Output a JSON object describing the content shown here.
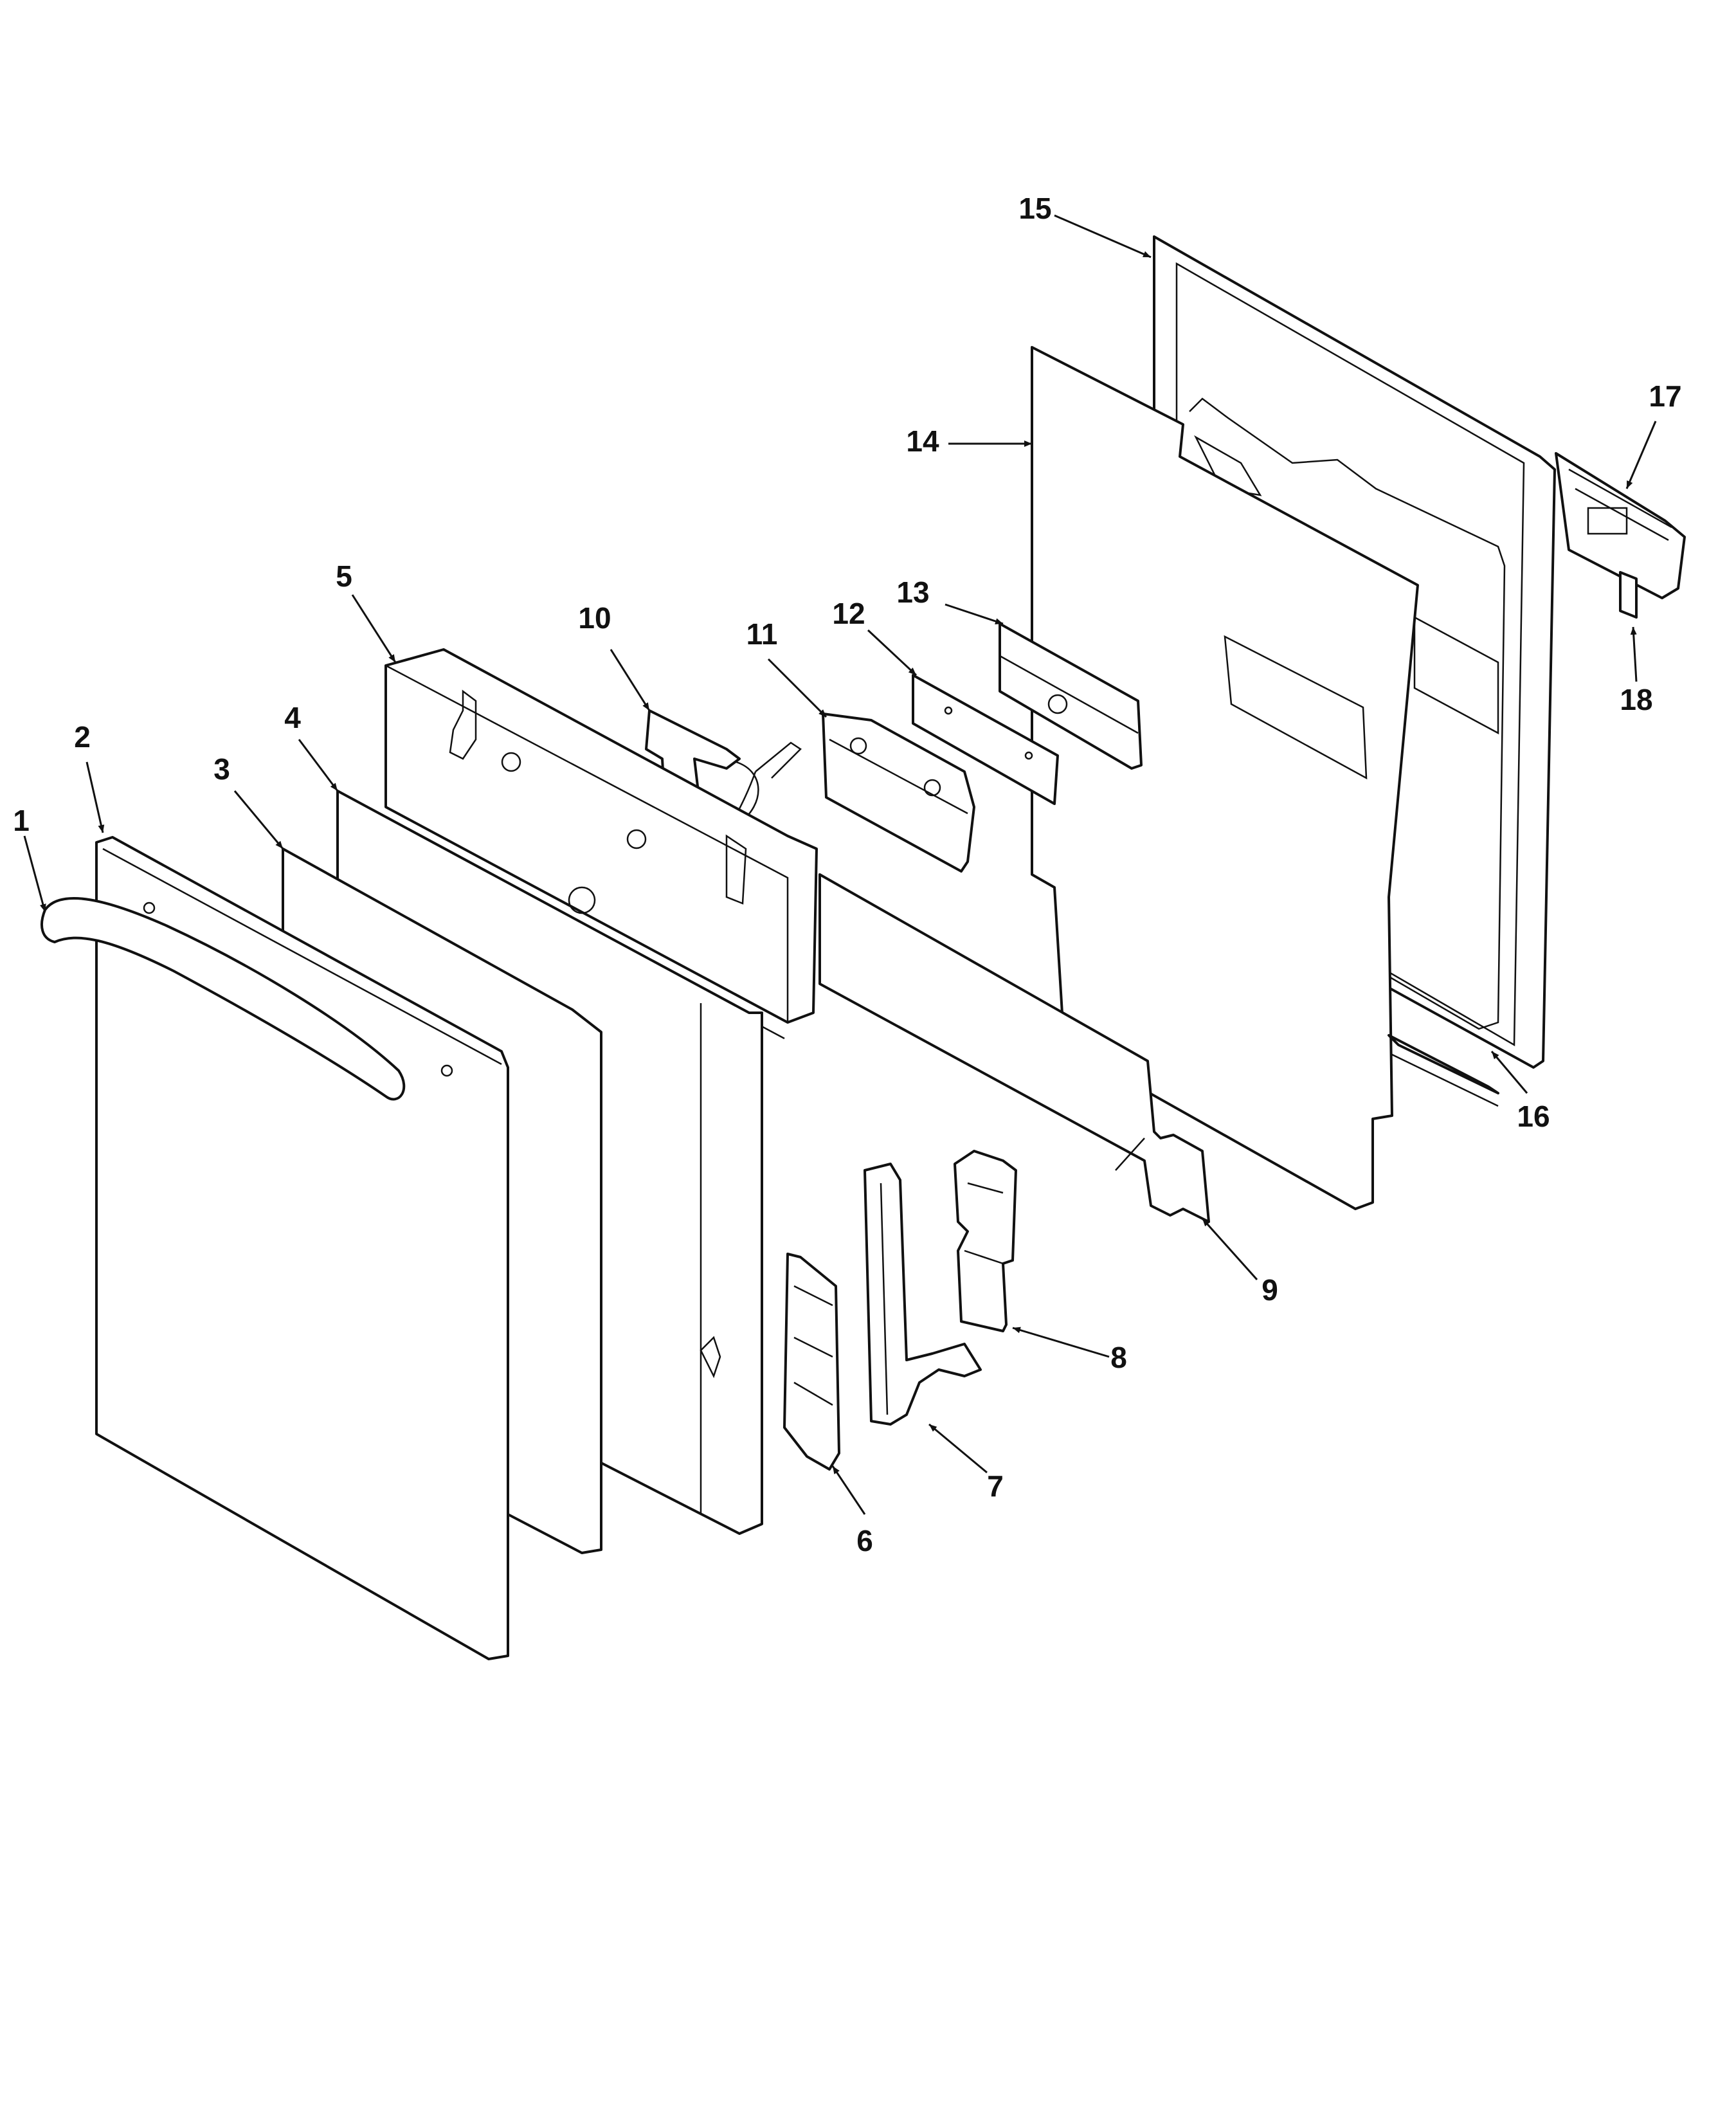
{
  "callouts": {
    "c1": "1",
    "c2": "2",
    "c3": "3",
    "c4": "4",
    "c5": "5",
    "c6": "6",
    "c7": "7",
    "c8": "8",
    "c9": "9",
    "c10": "10",
    "c11": "11",
    "c12": "12",
    "c13": "13",
    "c14": "14",
    "c15": "15",
    "c16": "16",
    "c17": "17",
    "c18": "18"
  },
  "colors": {
    "line": "#111111",
    "background": "#ffffff"
  }
}
